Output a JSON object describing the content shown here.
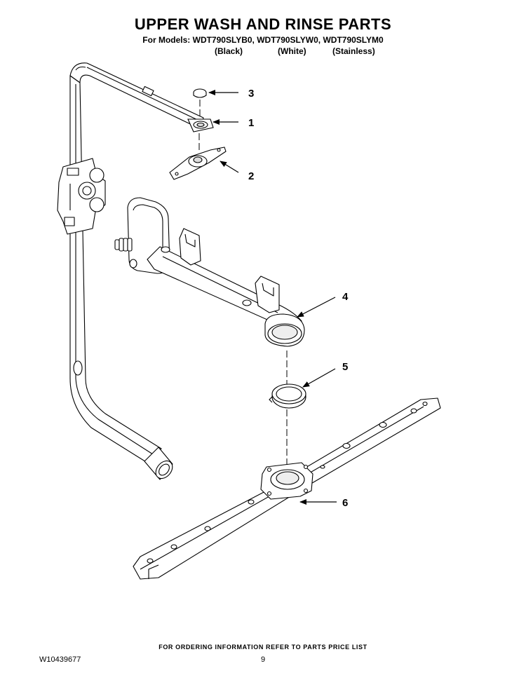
{
  "header": {
    "title": "UPPER WASH AND RINSE PARTS",
    "models": "For Models: WDT790SLYB0, WDT790SLYW0, WDT790SLYM0",
    "variants": [
      "(Black)",
      "(White)",
      "(Stainless)"
    ]
  },
  "callouts": [
    "1",
    "2",
    "3",
    "4",
    "5",
    "6"
  ],
  "footer": {
    "ordering_note": "FOR ORDERING INFORMATION REFER TO PARTS PRICE LIST",
    "document_number": "W10439677",
    "page_number": "9"
  }
}
